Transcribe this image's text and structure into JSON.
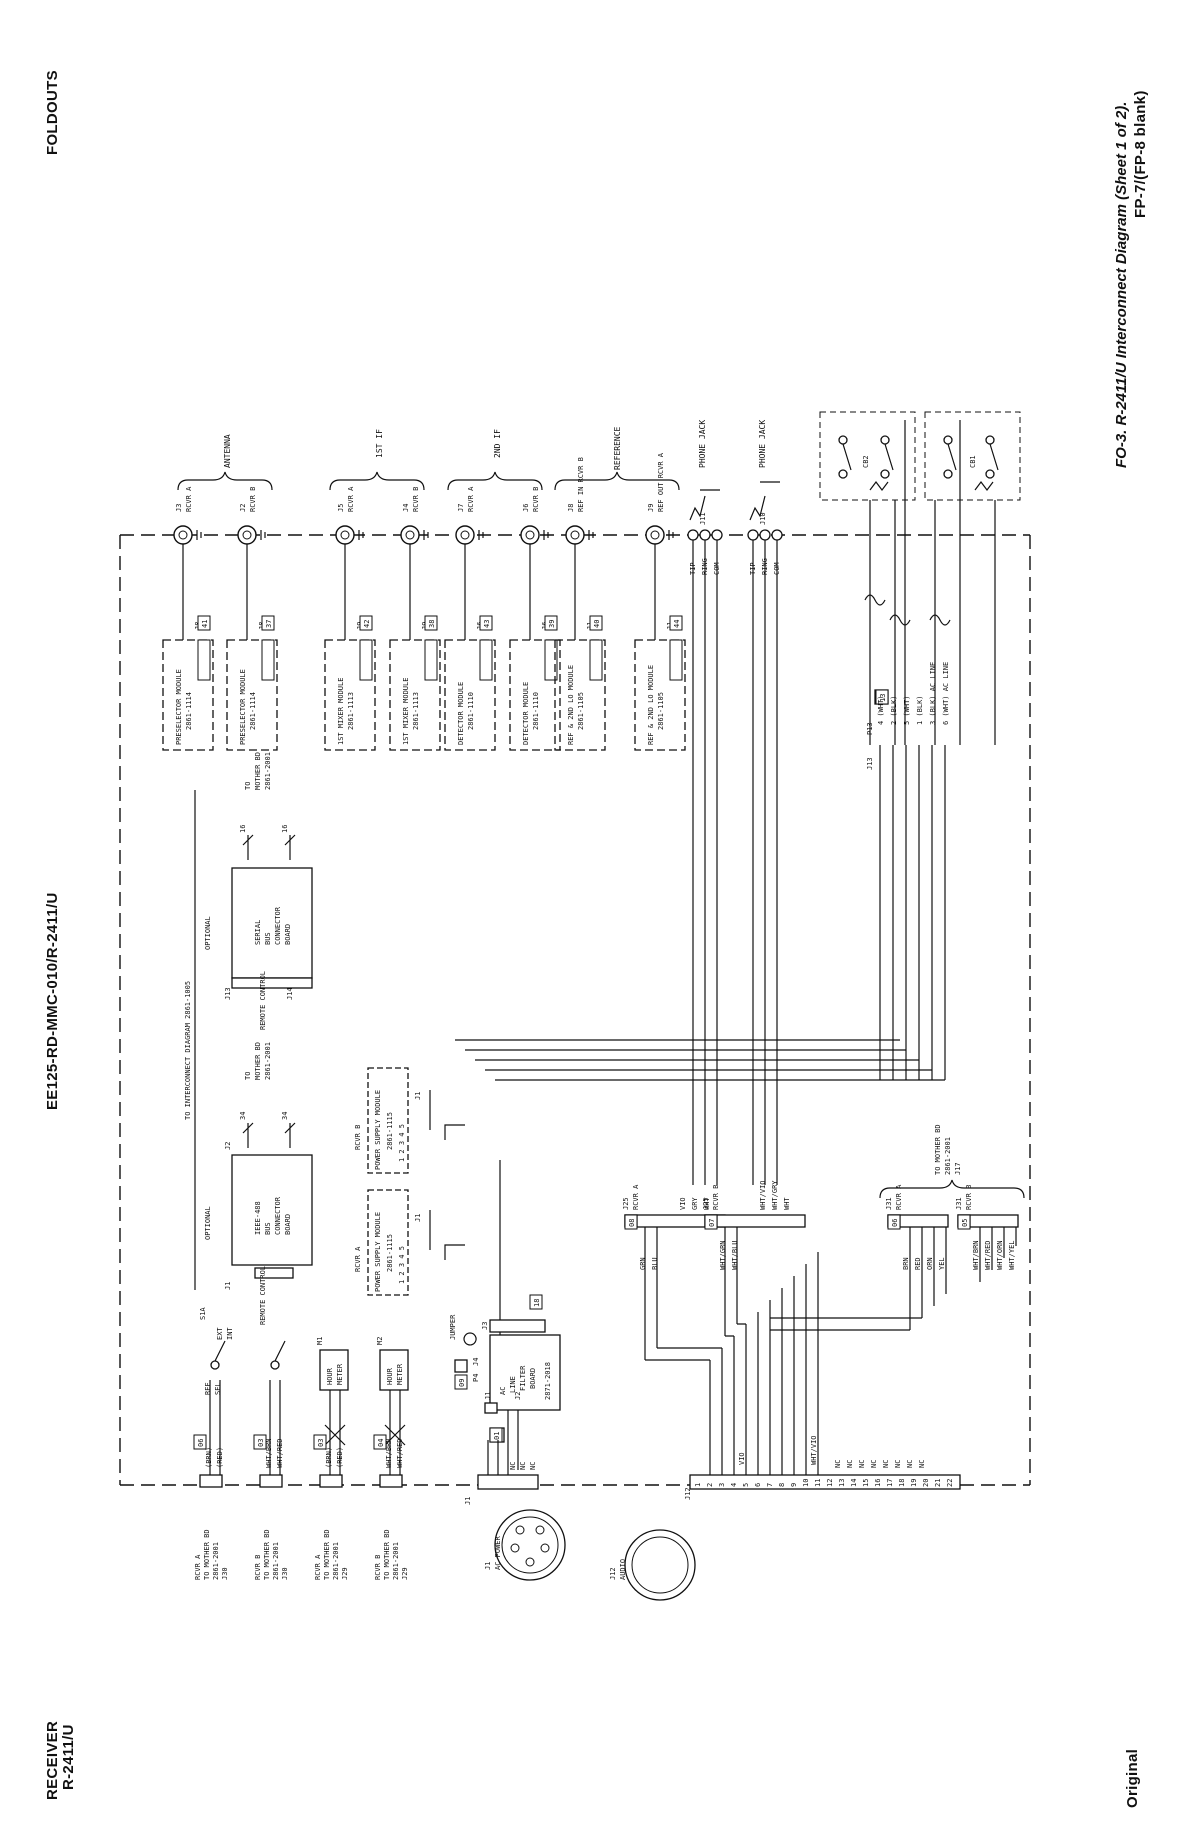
{
  "header": {
    "left_top": "FOLDOUTS",
    "center": "EE125-RD-MMC-010/R-2411/U",
    "left_bottom_line1": "RECEIVER",
    "left_bottom_line2": "R-2411/U"
  },
  "footer": {
    "caption": "FO-3. R-2411/U Interconnect Diagram (Sheet 1 of 2).",
    "page": "FP-7/(FP-8 blank)",
    "status": "Original"
  },
  "diagram": {
    "top_modules": [
      {
        "conn": "J8",
        "ref": "41",
        "line1": "PRESELECTOR MODULE",
        "line2": "2861-1114"
      },
      {
        "conn": "J8",
        "ref": "37",
        "line1": "PRESELECTOR MODULE",
        "line2": "2861-1114"
      },
      {
        "conn": "J9",
        "ref": "42",
        "line1": "1ST MIXER MODULE",
        "line2": "2861-1113"
      },
      {
        "conn": "J9",
        "ref": "38",
        "line1": "1ST MIXER MODULE",
        "line2": "2861-1113"
      },
      {
        "conn": "J6",
        "ref": "43",
        "line1": "DETECTOR MODULE",
        "line2": "2861-1110"
      },
      {
        "conn": "J6",
        "ref": "39",
        "line1": "DETECTOR MODULE",
        "line2": "2861-1110"
      },
      {
        "conn": "J1",
        "ref": "40",
        "line1": "REF & 2ND LO MODULE",
        "line2": "2861-1105"
      },
      {
        "conn": "J1",
        "ref": "44",
        "line1": "REF & 2ND LO MODULE",
        "line2": "2861-1105"
      }
    ],
    "coax": [
      {
        "jack": "J3",
        "rcvr": "RCVR A"
      },
      {
        "jack": "J2",
        "rcvr": "RCVR B"
      },
      {
        "jack": "J5",
        "rcvr": "RCVR A"
      },
      {
        "jack": "J4",
        "rcvr": "RCVR B"
      },
      {
        "jack": "J7",
        "rcvr": "RCVR A"
      },
      {
        "jack": "J6",
        "rcvr": "RCVR B"
      },
      {
        "jack": "J8",
        "rcvr": "REF IN RCVR B"
      },
      {
        "jack": "J9",
        "rcvr": "REF OUT RCVR A"
      }
    ],
    "groups": [
      "ANTENNA",
      "1ST IF",
      "2ND IF",
      "REFERENCE"
    ],
    "phone_jacks": [
      {
        "jack": "J11",
        "label": "PHONE JACK"
      },
      {
        "jack": "J10",
        "label": "PHONE JACK"
      }
    ],
    "phone_pins": [
      "TIP",
      "RING",
      "COM"
    ],
    "breakers": [
      "CB2",
      "CB1"
    ],
    "p13": {
      "ref": "13",
      "conn_left": "J13",
      "conn_right": "P13",
      "pins": [
        "4 (WHT)",
        "2 (BLK)",
        "5 (WHT)",
        "1 (BLK)",
        "3 (BLK)  AC LINE",
        "6 (WHT)  AC LINE"
      ]
    },
    "serial_board": {
      "title1": "OPTIONAL",
      "title2": "SERIAL",
      "title3": "BUS",
      "title4": "CONNECTOR",
      "title5": "BOARD",
      "j13": "J13",
      "j14": "J14",
      "wires": "16",
      "mother": [
        "TO",
        "MOTHER BD",
        "2861-2001"
      ],
      "remote": "REMOTE CONTROL"
    },
    "ieee_board": {
      "title1": "OPTIONAL",
      "title2": "IEEE-488",
      "title3": "BUS",
      "title4": "CONNECTOR",
      "title5": "BOARD",
      "j1": "J1",
      "j2": "J2",
      "wires": "34",
      "mother": [
        "TO",
        "MOTHER BD",
        "2861-2001"
      ],
      "remote": "REMOTE CONTROL"
    },
    "interconnect_ref": "TO INTERCONNECT DIAGRAM 2861-1005",
    "psu": [
      {
        "rcvr": "RCVR B",
        "line1": "POWER SUPPLY MODULE",
        "line2": "2861-1115",
        "pins": "1 2 3 4 5",
        "conn": "J1"
      },
      {
        "rcvr": "RCVR A",
        "line1": "POWER SUPPLY MODULE",
        "line2": "2861-1115",
        "pins": "1 2 3 4 5",
        "conn": "J1"
      }
    ],
    "ac_filter": {
      "line1": "AC",
      "line2": "LINE",
      "line3": "FILTER",
      "line4": "BOARD",
      "part": "2871-2018",
      "conn": "J3",
      "ref": "18",
      "p4": "P4",
      "j4": "J4",
      "jumper": "JUMPER",
      "ref09": "09",
      "ref01": "01",
      "j1": "J1",
      "j2": "J2"
    },
    "j25": [
      {
        "conn": "J25",
        "rcvr": "RCVR A",
        "ref": "08",
        "wires": [
          "VIO",
          "GRY",
          "WHT"
        ],
        "lower": [
          "GRN",
          "BLU"
        ]
      },
      {
        "conn": "J25",
        "rcvr": "RCVR B",
        "ref": "07",
        "wires": [
          "WHT/VIO",
          "WHT/GRY",
          "WHT"
        ],
        "lower": [
          "WHT/GRN",
          "WHT/BLU"
        ]
      }
    ],
    "j31": [
      {
        "conn": "J31",
        "rcvr": "RCVR A",
        "ref": "06",
        "wires": [
          "BRN",
          "RED",
          "ORN",
          "YEL"
        ]
      },
      {
        "conn": "J31",
        "rcvr": "RCVR B",
        "ref": "05",
        "wires": [
          "WHT/BRN",
          "WHT/RED",
          "WHT/ORN",
          "WHT/YEL"
        ]
      }
    ],
    "j17": [
      "TO MOTHER BD",
      "2861-2001",
      "J17"
    ],
    "switch": {
      "name": "S1A",
      "label1": "REF",
      "label2": "SEL",
      "ext": "EXT",
      "int": "INT"
    },
    "meters": [
      {
        "name": "M1",
        "line1": "HOUR",
        "line2": "METER"
      },
      {
        "name": "M2",
        "line1": "HOUR",
        "line2": "METER"
      }
    ],
    "left_wires": [
      {
        "ref": "06",
        "a": "(BRN)",
        "b": "(RED)"
      },
      {
        "ref": "03",
        "a": "WHT/BRN",
        "b": "WHT/RED"
      },
      {
        "ref": "03",
        "a": "(BRN)",
        "b": "(RED)"
      },
      {
        "ref": "04",
        "a": "WHT/BRN",
        "b": "WHT/RED"
      }
    ],
    "bottom_refs": [
      {
        "l1": "RCVR A",
        "l2": "TO MOTHER BD",
        "l3": "2861-2001",
        "l4": "J30"
      },
      {
        "l1": "RCVR B",
        "l2": "TO MOTHER BD",
        "l3": "2861-2001",
        "l4": "J30"
      },
      {
        "l1": "RCVR A",
        "l2": "TO MOTHER BD",
        "l3": "2861-2001",
        "l4": "J29"
      },
      {
        "l1": "RCVR B",
        "l2": "TO MOTHER BD",
        "l3": "2861-2001",
        "l4": "J29"
      }
    ],
    "j1_power": {
      "conn": "J1",
      "label": "AC POWER",
      "pins": [
        "NC",
        "NC",
        "NC"
      ]
    },
    "j12_audio": {
      "conn": "J12",
      "label": "AUDIO"
    },
    "j12_strip": {
      "conn": "J12",
      "pins": [
        "1",
        "2",
        "3",
        "4",
        "5",
        "6",
        "7",
        "8",
        "9",
        "10",
        "11",
        "12",
        "13",
        "14",
        "15",
        "16",
        "17",
        "18",
        "19",
        "20",
        "21",
        "22"
      ],
      "wires": [
        "VIO",
        "WHT/VIO"
      ],
      "nc": [
        "NC",
        "NC",
        "NC",
        "NC",
        "NC",
        "NC",
        "NC",
        "NC"
      ]
    }
  }
}
